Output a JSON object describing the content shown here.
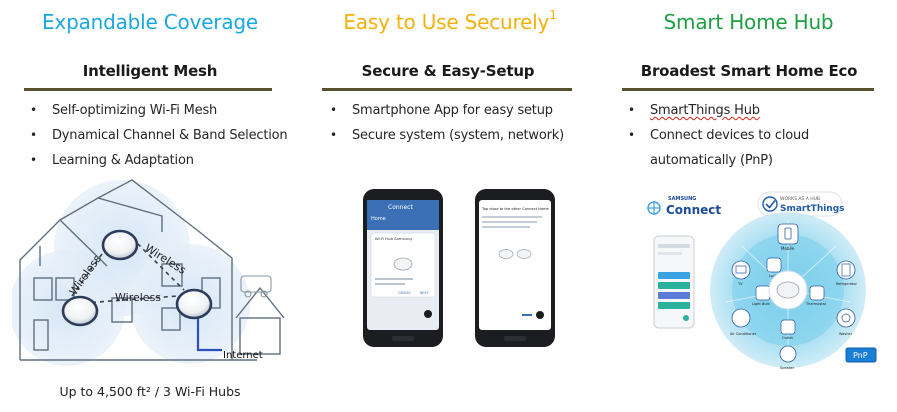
{
  "columns": [
    {
      "title": "Expandable Coverage",
      "subtitle": "Intelligent Mesh",
      "bullets": [
        "Self-optimizing Wi-Fi Mesh",
        "Dynamical Channel & Band Selection",
        "Learning & Adaptation"
      ],
      "illustration": {
        "labels": [
          "Wireless",
          "Wireless",
          "Wireless",
          "Internet"
        ]
      },
      "footer": "Up to 4,500 ft² / 3 Wi-Fi Hubs"
    },
    {
      "title": "Easy to Use Securely",
      "title_sup": "1",
      "subtitle": "Secure & Easy-Setup",
      "bullets": [
        "Smartphone App for easy setup",
        "Secure system (system, network)"
      ],
      "phone1": {
        "app": "Connect",
        "screen_title": "Home",
        "dialog_title": "Wi-Fi Hub Samsung",
        "actions": [
          "CANCEL",
          "NEXT"
        ]
      },
      "phone2": {
        "header": "Tap close to the other Connect Home"
      }
    },
    {
      "title": "Smart Home Hub",
      "subtitle": "Broadest Smart Home Eco",
      "bullets": [
        "SmartThings Hub",
        "Connect devices to cloud",
        "automatically (PnP)"
      ],
      "logos": {
        "samsung_small": "SAMSUNG",
        "connect": "Connect",
        "works_as_hub": "WORKS AS A HUB",
        "smartthings": "SmartThings"
      },
      "device_labels": [
        "Mobile",
        "Lock",
        "TV",
        "Refrigerator",
        "Light Bulb",
        "Thermostat",
        "Air Conditioner",
        "Washer",
        "Outlet",
        "Speaker"
      ],
      "badge": "PnP"
    }
  ],
  "colors": {
    "blue": "#1ba7df",
    "yellow": "#f5b10b",
    "green": "#1f9e43",
    "rule": "#57512d"
  }
}
